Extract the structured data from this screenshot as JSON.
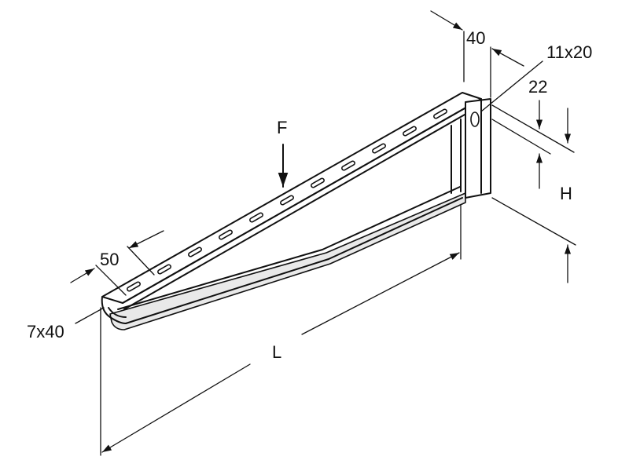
{
  "labels": {
    "width_top": "40",
    "hole_top": "11x20",
    "slot_offset": "22",
    "height": "H",
    "force": "F",
    "pitch": "50",
    "slot_size": "7x40",
    "length": "L"
  }
}
